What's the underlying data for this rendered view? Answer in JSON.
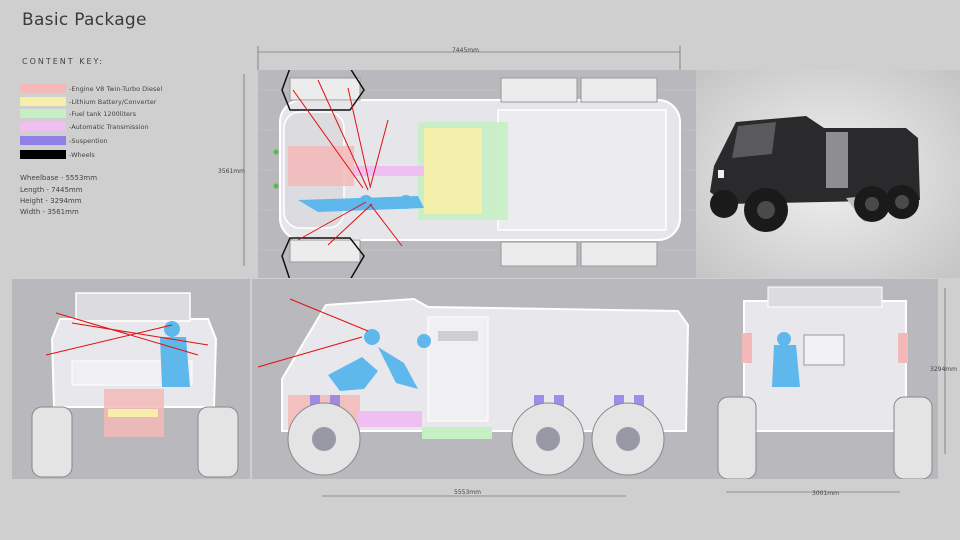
{
  "title": "Basic Package",
  "content_key": {
    "heading": "CONTENT KEY:",
    "items": [
      {
        "label": "-Engine V8 Twin-Turbo Diesel",
        "color": "#f4b8b8"
      },
      {
        "label": "-Lithium Battery/Converter",
        "color": "#f6eeaa"
      },
      {
        "label": "-Fuel tank 1200liters",
        "color": "#c6efc4"
      },
      {
        "label": "-Automatic Transmission",
        "color": "#efbff2"
      },
      {
        "label": "-Suspention",
        "color": "#8f7fe6"
      },
      {
        "label": "-Wheels",
        "color": "#000000"
      }
    ]
  },
  "specs": {
    "wheelbase": "Wheelbase - 5553mm",
    "length": "Length - 7445mm",
    "height": "Height - 3294mm",
    "width": "Width - 3561mm"
  },
  "dimensions": {
    "top_length": "7445mm",
    "top_width": "3561mm",
    "side_wheelbase": "5553mm",
    "rear_height": "3294mm",
    "rear_width": "3001mm"
  },
  "colors": {
    "background": "#cfcfcf",
    "blueprint_bg": "#b9b9bd",
    "occupant": "#5fb8ec",
    "guide_line": "#e01010",
    "body_outline": "#ffffff"
  }
}
